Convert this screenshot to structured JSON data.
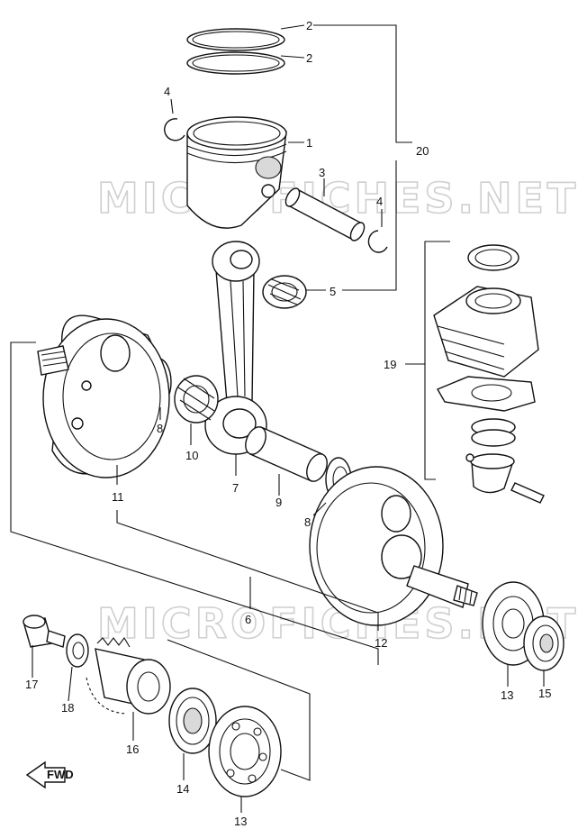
{
  "watermark": {
    "top": "MICROFICHES.NET",
    "bottom": "MICROFICHES.NET"
  },
  "fwd_label": "FWD",
  "callouts": {
    "piston": "1",
    "ring_top": "2",
    "ring_second": "2",
    "piston_pin": "3",
    "circlip_left": "4",
    "circlip_right": "4",
    "small_end_bearing": "5",
    "crankshaft_assy": "6",
    "connecting_rod": "7",
    "thrust_washer_left": "8",
    "thrust_washer_right": "8",
    "crank_pin": "9",
    "big_end_bearing": "10",
    "crank_half_left": "11",
    "crank_half_right": "12",
    "bearing_left": "13",
    "bearing_right": "13",
    "oil_seal_left": "14",
    "oil_seal_right": "15",
    "primary_drive_gear": "16",
    "gear_nut": "17",
    "washer": "18",
    "cylinder_ref": "19",
    "piston_set": "20"
  }
}
